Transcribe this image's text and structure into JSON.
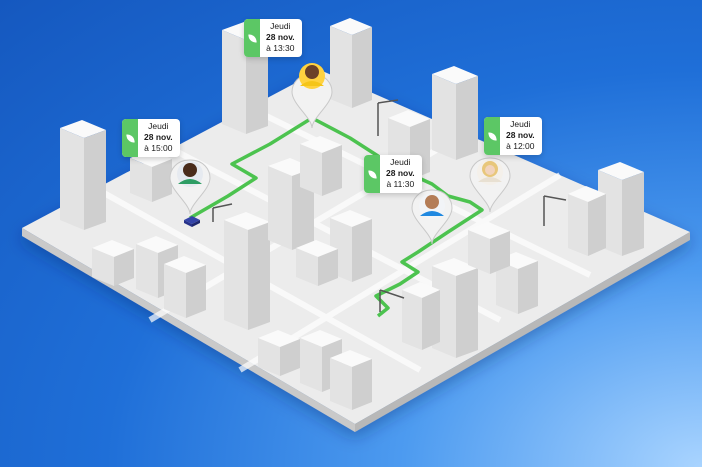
{
  "scene": {
    "background_color": "#1f6fd8",
    "route_color": "#4cc34f"
  },
  "stops": [
    {
      "day": "Jeudi",
      "date": "28 nov.",
      "time": "à 13:30",
      "avatar": "avatar-man-yellow-shirt"
    },
    {
      "day": "Jeudi",
      "date": "28 nov.",
      "time": "à 15:00",
      "avatar": "avatar-man-green-shirt"
    },
    {
      "day": "Jeudi",
      "date": "28 nov.",
      "time": "à 11:30",
      "avatar": "avatar-woman-blue-shirt"
    },
    {
      "day": "Jeudi",
      "date": "28 nov.",
      "time": "à 12:00",
      "avatar": "avatar-woman-blonde"
    }
  ]
}
